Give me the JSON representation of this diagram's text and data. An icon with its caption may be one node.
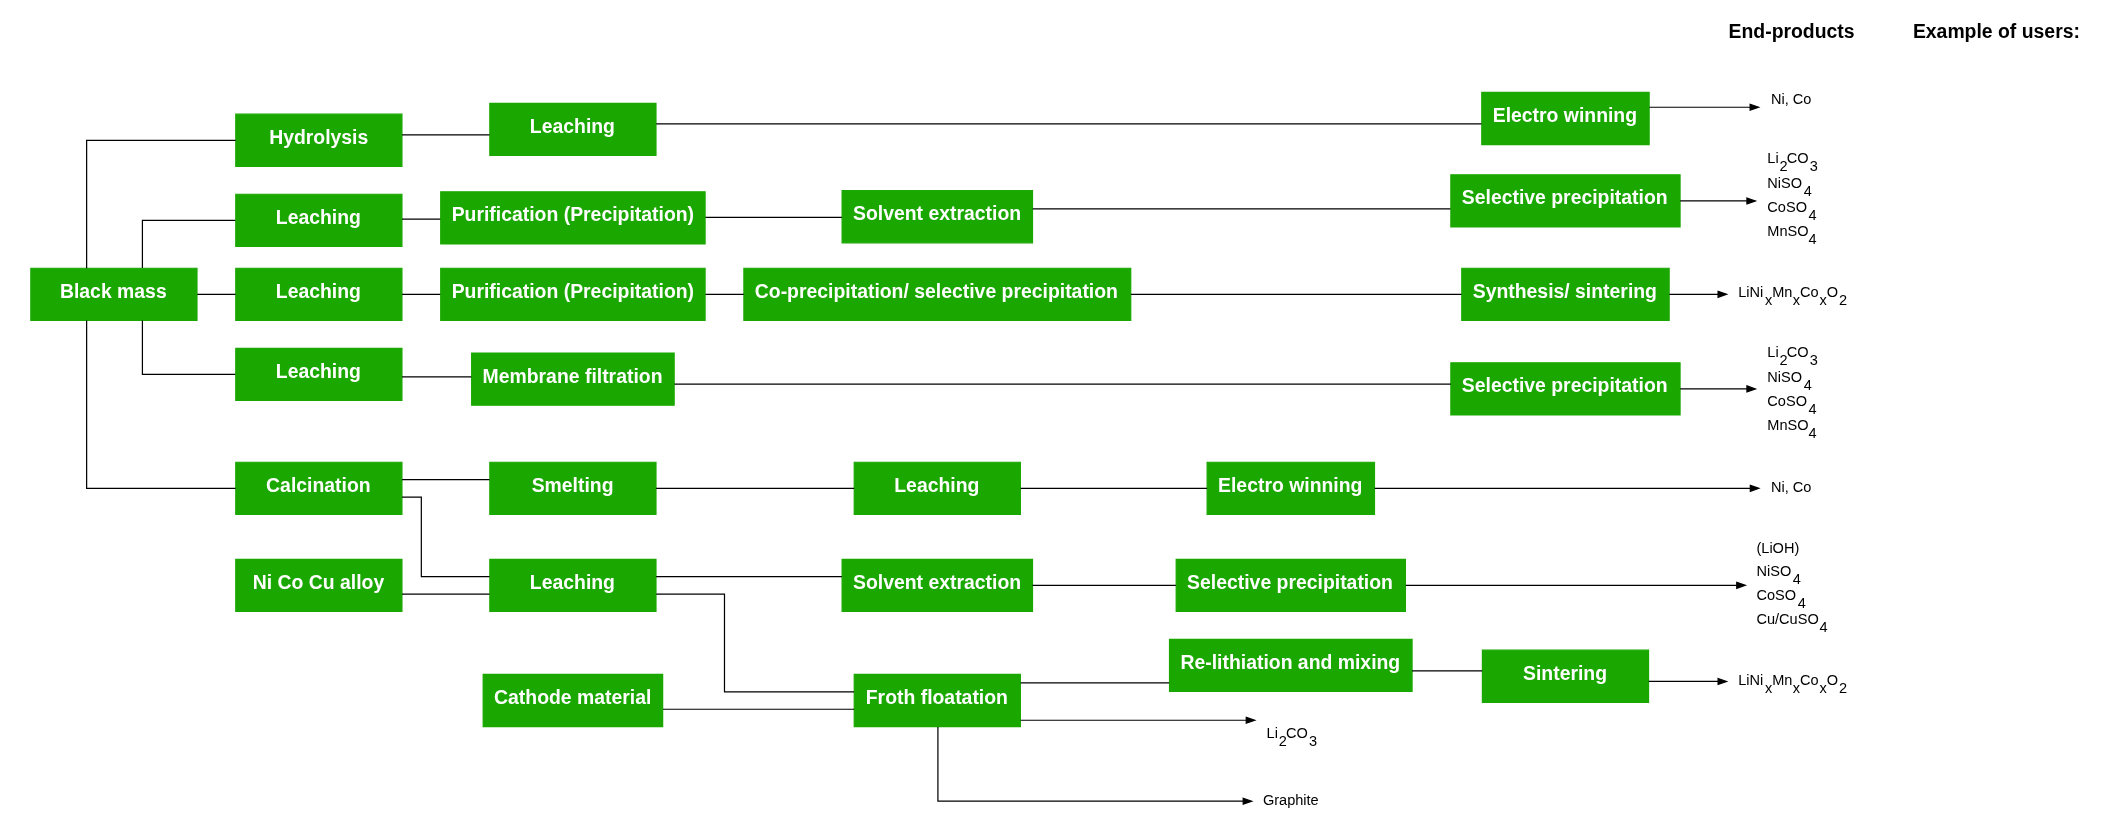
{
  "diagram": {
    "nodes": [
      {
        "text": [
          "Black mass"
        ]
      },
      {
        "text": [
          "Hydrolysis"
        ]
      },
      {
        "text": [
          "Leaching"
        ]
      },
      {
        "text": [
          "Electro winning"
        ]
      },
      {
        "text": [
          "Ni, Co"
        ]
      },
      {
        "text": [
          "Leaching"
        ]
      },
      {
        "text": [
          "Purification (Precipitation)"
        ]
      },
      {
        "text": [
          "Solvent extraction"
        ]
      },
      {
        "text": [
          "Selective precipitation"
        ]
      },
      {
        "text": [
          "Li$_{2}$CO$_{3}$",
          "NiSO$_{4}$",
          "CoSO$_{4}$",
          "MnSO$_{4}$"
        ]
      },
      {
        "text": [
          "Leaching"
        ]
      },
      {
        "text": [
          "Purification (Precipitation)"
        ]
      },
      {
        "text": [
          "Co-precipitation/ selective precipitation"
        ]
      },
      {
        "text": [
          "Synthesis/ sintering"
        ]
      },
      {
        "text": [
          "LiNi$_{x}$Mn$_{x}$Co$_{x}$O$_{2}$"
        ]
      },
      {
        "text": [
          "Leaching"
        ]
      },
      {
        "text": [
          "Membrane filtration"
        ]
      },
      {
        "text": [
          "Selective precipitation"
        ]
      },
      {
        "text": [
          "Li$_{2}$CO$_{3}$",
          "NiSO$_{4}$",
          "CoSO$_{4}$",
          "MnSO$_{4}$"
        ]
      },
      {
        "text": [
          "Calcination"
        ]
      },
      {
        "text": [
          "Smelting"
        ]
      },
      {
        "text": [
          "Leaching"
        ]
      },
      {
        "text": [
          "Electro winning"
        ]
      },
      {
        "text": [
          "Ni, Co"
        ]
      },
      {
        "text": [
          "Ni Co Cu alloy"
        ]
      },
      {
        "text": [
          "Leaching"
        ]
      },
      {
        "text": [
          "Solvent extraction"
        ]
      },
      {
        "text": [
          "Selective precipitation"
        ]
      },
      {
        "text": [
          "(LiOH)",
          "NiSO$_{4}$",
          "CoSO$_{4}$",
          "Cu/CuSO$_{4}$"
        ]
      },
      {
        "text": [
          "Cathode material"
        ]
      },
      {
        "text": [
          "Froth floatation"
        ]
      },
      {
        "text": [
          "Re-lithiation and mixing"
        ]
      },
      {
        "text": [
          "Sintering"
        ]
      },
      {
        "text": [
          "LiNi$_{x}$Mn$_{x}$Co$_{x}$O$_{2}$"
        ]
      },
      {
        "text": [
          "Li$_{2}$CO$_{3}$"
        ]
      },
      {
        "text": [
          "Graphite"
        ]
      }
    ],
    "edges": [
      {
        "from": 0,
        "to": 1,
        "arrow": "none"
      },
      {
        "from": 0,
        "to": 5,
        "arrow": "none"
      },
      {
        "from": 0,
        "to": 10,
        "arrow": "none"
      },
      {
        "from": 0,
        "to": 15,
        "arrow": "none"
      },
      {
        "from": 0,
        "to": 19,
        "arrow": "none"
      },
      {
        "from": 1,
        "to": 2,
        "arrow": "none"
      },
      {
        "from": 2,
        "to": 3,
        "arrow": "none"
      },
      {
        "from": 3,
        "to": 4,
        "arrow": "to"
      },
      {
        "from": 5,
        "to": 6,
        "arrow": "none"
      },
      {
        "from": 6,
        "to": 7,
        "arrow": "none"
      },
      {
        "from": 7,
        "to": 8,
        "arrow": "none"
      },
      {
        "from": 8,
        "to": 9,
        "arrow": "to"
      },
      {
        "from": 10,
        "to": 11,
        "arrow": "none"
      },
      {
        "from": 11,
        "to": 12,
        "arrow": "none"
      },
      {
        "from": 12,
        "to": 13,
        "arrow": "none"
      },
      {
        "from": 13,
        "to": 14,
        "arrow": "to"
      },
      {
        "from": 15,
        "to": 16,
        "arrow": "none"
      },
      {
        "from": 16,
        "to": 17,
        "arrow": "none"
      },
      {
        "from": 17,
        "to": 18,
        "arrow": "to"
      },
      {
        "from": 19,
        "to": 20,
        "arrow": "none"
      },
      {
        "from": 20,
        "to": 21,
        "arrow": "none"
      },
      {
        "from": 21,
        "to": 22,
        "arrow": "none"
      },
      {
        "from": 22,
        "to": 23,
        "arrow": "to"
      },
      {
        "from": 19,
        "to": 25,
        "arrow": "none"
      },
      {
        "from": 24,
        "to": 25,
        "arrow": "none"
      },
      {
        "from": 25,
        "to": 26,
        "arrow": "none"
      },
      {
        "from": 26,
        "to": 27,
        "arrow": "none"
      },
      {
        "from": 27,
        "to": 28,
        "arrow": "to"
      },
      {
        "from": 25,
        "to": 30,
        "arrow": "none"
      },
      {
        "from": 29,
        "to": 30,
        "arrow": "none"
      },
      {
        "from": 30,
        "to": 31,
        "arrow": "none"
      },
      {
        "from": 31,
        "to": 32,
        "arrow": "none"
      },
      {
        "from": 32,
        "to": 33,
        "arrow": "to"
      },
      {
        "from": 30,
        "to": 34,
        "arrow": "to"
      },
      {
        "from": 30,
        "to": 35,
        "arrow": "to"
      }
    ],
    "labels": [
      "End-products",
      "Example of users:"
    ]
  }
}
